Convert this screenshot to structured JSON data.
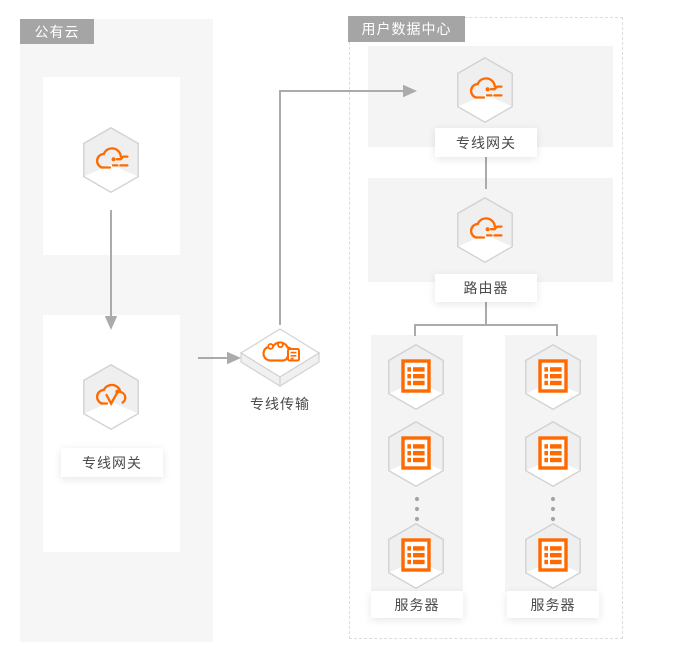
{
  "diagram": {
    "public_cloud": {
      "zone_label": "公有云",
      "cloud_node_icon": "cloud-network-icon",
      "gateway_node_icon": "vpn-gateway-icon",
      "gateway_label": "专线网关"
    },
    "transfer": {
      "label": "专线传输",
      "icon": "express-connect-icon"
    },
    "datacenter": {
      "zone_label": "用户数据中心",
      "gateway_node_icon": "cloud-network-icon",
      "gateway_label": "专线网关",
      "router_node_icon": "cloud-network-icon",
      "router_label": "路由器",
      "server_node_icon": "server-icon",
      "server_column_left_label": "服务器",
      "server_column_right_label": "服务器"
    },
    "colors": {
      "accent_orange": "#FF6A00",
      "zone_label_bg": "#A5A5A5",
      "panel_bg": "#F6F6F7",
      "inner_box_bg": "#F4F4F5",
      "hexagon_fill": "#EFEFF0",
      "hexagon_stroke": "#D3D3D3",
      "connector_gray": "#ABABAB",
      "dashed_border": "#DCDCDC",
      "label_text": "#4A4A4A"
    }
  }
}
